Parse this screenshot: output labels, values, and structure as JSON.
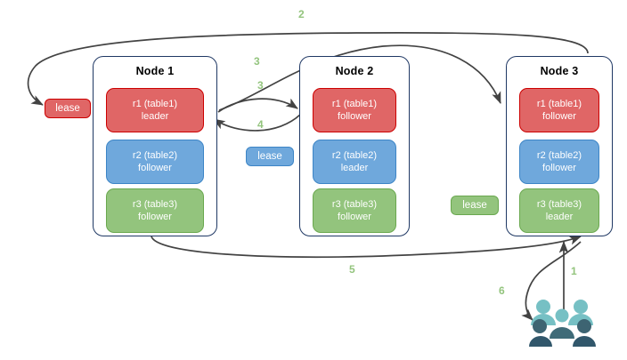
{
  "diagram": {
    "title": "",
    "colors": {
      "red_fill": "#e06666",
      "red_border": "#cc0000",
      "blue_fill": "#6fa8dc",
      "blue_border": "#3d85c6",
      "green_fill": "#93c47d",
      "green_border": "#6aa84f",
      "node_border": "#1f3864",
      "arrow": "#434343",
      "step_label": "#93c47d",
      "people_light": "#76c0c4",
      "people_dark": "#31576b"
    }
  },
  "nodes": [
    {
      "title": "Node 1",
      "replicas": [
        {
          "line1": "r1 (table1)",
          "line2": "leader",
          "color": "red"
        },
        {
          "line1": "r2 (table2)",
          "line2": "follower",
          "color": "blue"
        },
        {
          "line1": "r3 (table3)",
          "line2": "follower",
          "color": "green"
        }
      ]
    },
    {
      "title": "Node 2",
      "replicas": [
        {
          "line1": "r1 (table1)",
          "line2": "follower",
          "color": "red"
        },
        {
          "line1": "r2 (table2)",
          "line2": "leader",
          "color": "blue"
        },
        {
          "line1": "r3 (table3)",
          "line2": "follower",
          "color": "green"
        }
      ]
    },
    {
      "title": "Node 3",
      "replicas": [
        {
          "line1": "r1 (table1)",
          "line2": "follower",
          "color": "red"
        },
        {
          "line1": "r2 (table2)",
          "line2": "follower",
          "color": "blue"
        },
        {
          "line1": "r3 (table3)",
          "line2": "leader",
          "color": "green"
        }
      ]
    }
  ],
  "leases": [
    {
      "label": "lease",
      "color": "red"
    },
    {
      "label": "lease",
      "color": "blue"
    },
    {
      "label": "lease",
      "color": "green"
    }
  ],
  "steps": [
    {
      "id": "1",
      "label": "1"
    },
    {
      "id": "2",
      "label": "2"
    },
    {
      "id": "3a",
      "label": "3"
    },
    {
      "id": "3b",
      "label": "3"
    },
    {
      "id": "4",
      "label": "4"
    },
    {
      "id": "5",
      "label": "5"
    },
    {
      "id": "6",
      "label": "6"
    }
  ],
  "icons": {
    "people": "people-group-icon"
  }
}
